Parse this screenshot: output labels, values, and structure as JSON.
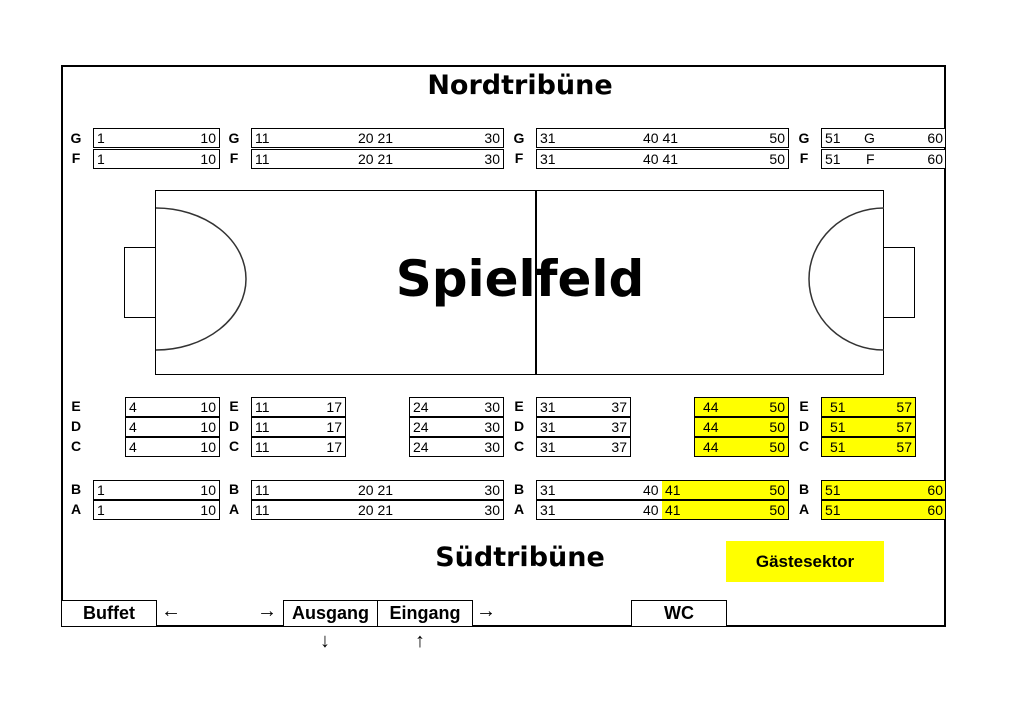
{
  "titles": {
    "north": "Nordtribüne",
    "field": "Spielfeld",
    "south": "Südtribüne",
    "guest": "Gästesektor"
  },
  "north": {
    "g": {
      "label": "G",
      "b1": [
        "1",
        "10"
      ],
      "b2": [
        "11",
        "20 21",
        "30"
      ],
      "b3": [
        "31",
        "40 41",
        "50"
      ],
      "b4": [
        "51",
        "G",
        "60"
      ]
    },
    "f": {
      "label": "F",
      "b1": [
        "1",
        "10"
      ],
      "b2": [
        "11",
        "20 21",
        "30"
      ],
      "b3": [
        "31",
        "40 41",
        "50"
      ],
      "b4": [
        "51",
        "F",
        "60"
      ]
    }
  },
  "middle": {
    "e": {
      "label": "E",
      "b1": [
        "4",
        "10"
      ],
      "b2": [
        "11",
        "17"
      ],
      "b3": [
        "24",
        "30"
      ],
      "b4": [
        "31",
        "37"
      ],
      "b5": [
        "44",
        "50"
      ],
      "b6": [
        "51",
        "57"
      ]
    },
    "d": {
      "label": "D",
      "b1": [
        "4",
        "10"
      ],
      "b2": [
        "11",
        "17"
      ],
      "b3": [
        "24",
        "30"
      ],
      "b4": [
        "31",
        "37"
      ],
      "b5": [
        "44",
        "50"
      ],
      "b6": [
        "51",
        "57"
      ]
    },
    "c": {
      "label": "C",
      "b1": [
        "4",
        "10"
      ],
      "b2": [
        "11",
        "17"
      ],
      "b3": [
        "24",
        "30"
      ],
      "b4": [
        "31",
        "37"
      ],
      "b5": [
        "44",
        "50"
      ],
      "b6": [
        "51",
        "57"
      ]
    }
  },
  "south": {
    "b": {
      "label": "B",
      "b1": [
        "1",
        "10"
      ],
      "b2": [
        "11",
        "20 21",
        "30"
      ],
      "b3": [
        "31",
        "40",
        "41",
        "50"
      ],
      "b4": [
        "51",
        "60"
      ]
    },
    "a": {
      "label": "A",
      "b1": [
        "1",
        "10"
      ],
      "b2": [
        "11",
        "20 21",
        "30"
      ],
      "b3": [
        "31",
        "40",
        "41",
        "50"
      ],
      "b4": [
        "51",
        "60"
      ]
    }
  },
  "bottom": {
    "buffet": "Buffet",
    "exit": "Ausgang",
    "entrance": "Eingang",
    "wc": "WC",
    "arrow_left": "←",
    "arrow_right": "→",
    "arrow_down": "↓",
    "arrow_up": "↑"
  },
  "colors": {
    "guest_sector": "#ffff00"
  }
}
